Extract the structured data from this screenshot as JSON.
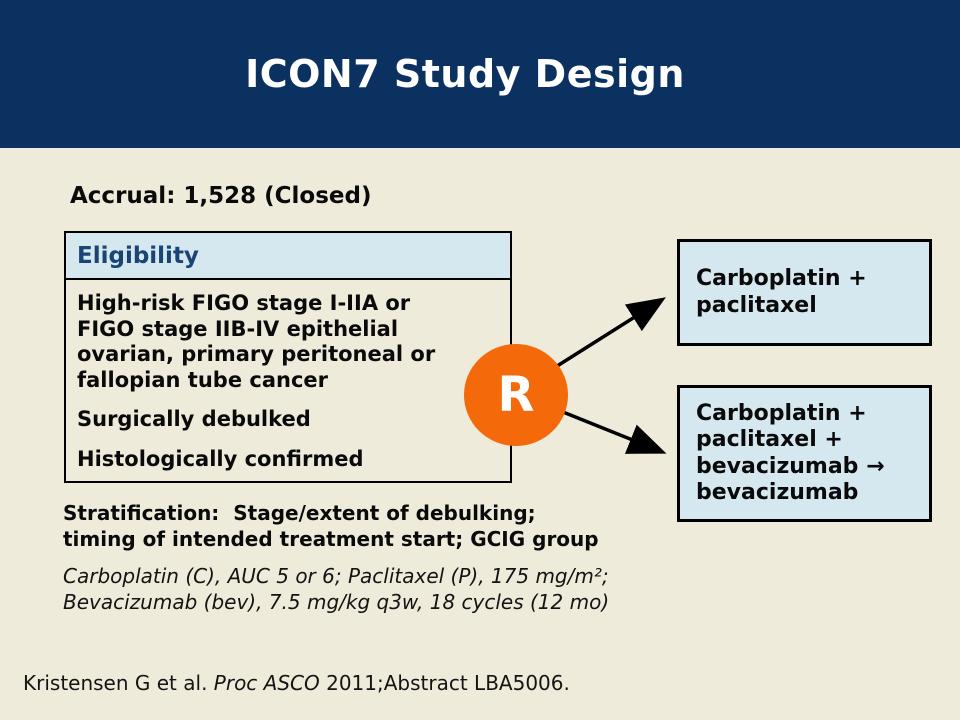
{
  "header": {
    "title": "ICON7 Study Design"
  },
  "accrual": "Accrual: 1,528 (Closed)",
  "eligibility": {
    "header": "Eligibility",
    "items": [
      "High-risk FIGO stage I-IIA or\nFIGO stage IIB-IV epithelial\novarian, primary peritoneal or\nfallopian tube cancer",
      "Surgically debulked",
      "Histologically confirmed"
    ]
  },
  "randomization": {
    "label": "R"
  },
  "arms": [
    {
      "label": "Carboplatin +\npaclitaxel"
    },
    {
      "label": "Carboplatin +\npaclitaxel +\nbevacizumab →\nbevacizumab"
    }
  ],
  "stratification": "Stratification:  Stage/extent of debulking;\ntiming of intended treatment start; GCIG group",
  "dosing": "Carboplatin (C), AUC 5 or 6; Paclitaxel (P), 175 mg/m²;\nBevacizumab (bev), 7.5 mg/kg q3w, 18 cycles (12 mo)",
  "citation": {
    "prefix": "Kristensen G et al. ",
    "italic": "Proc ASCO",
    "suffix": " 2011;Abstract LBA5006."
  },
  "colors": {
    "header_navy": "#0A3160",
    "background_cream": "#EFEBDB",
    "box_light_blue": "#D5E8F0",
    "randomization_orange": "#F4690A",
    "eligibility_header_text": "#1A4473",
    "text_black": "#0A0A0A"
  }
}
